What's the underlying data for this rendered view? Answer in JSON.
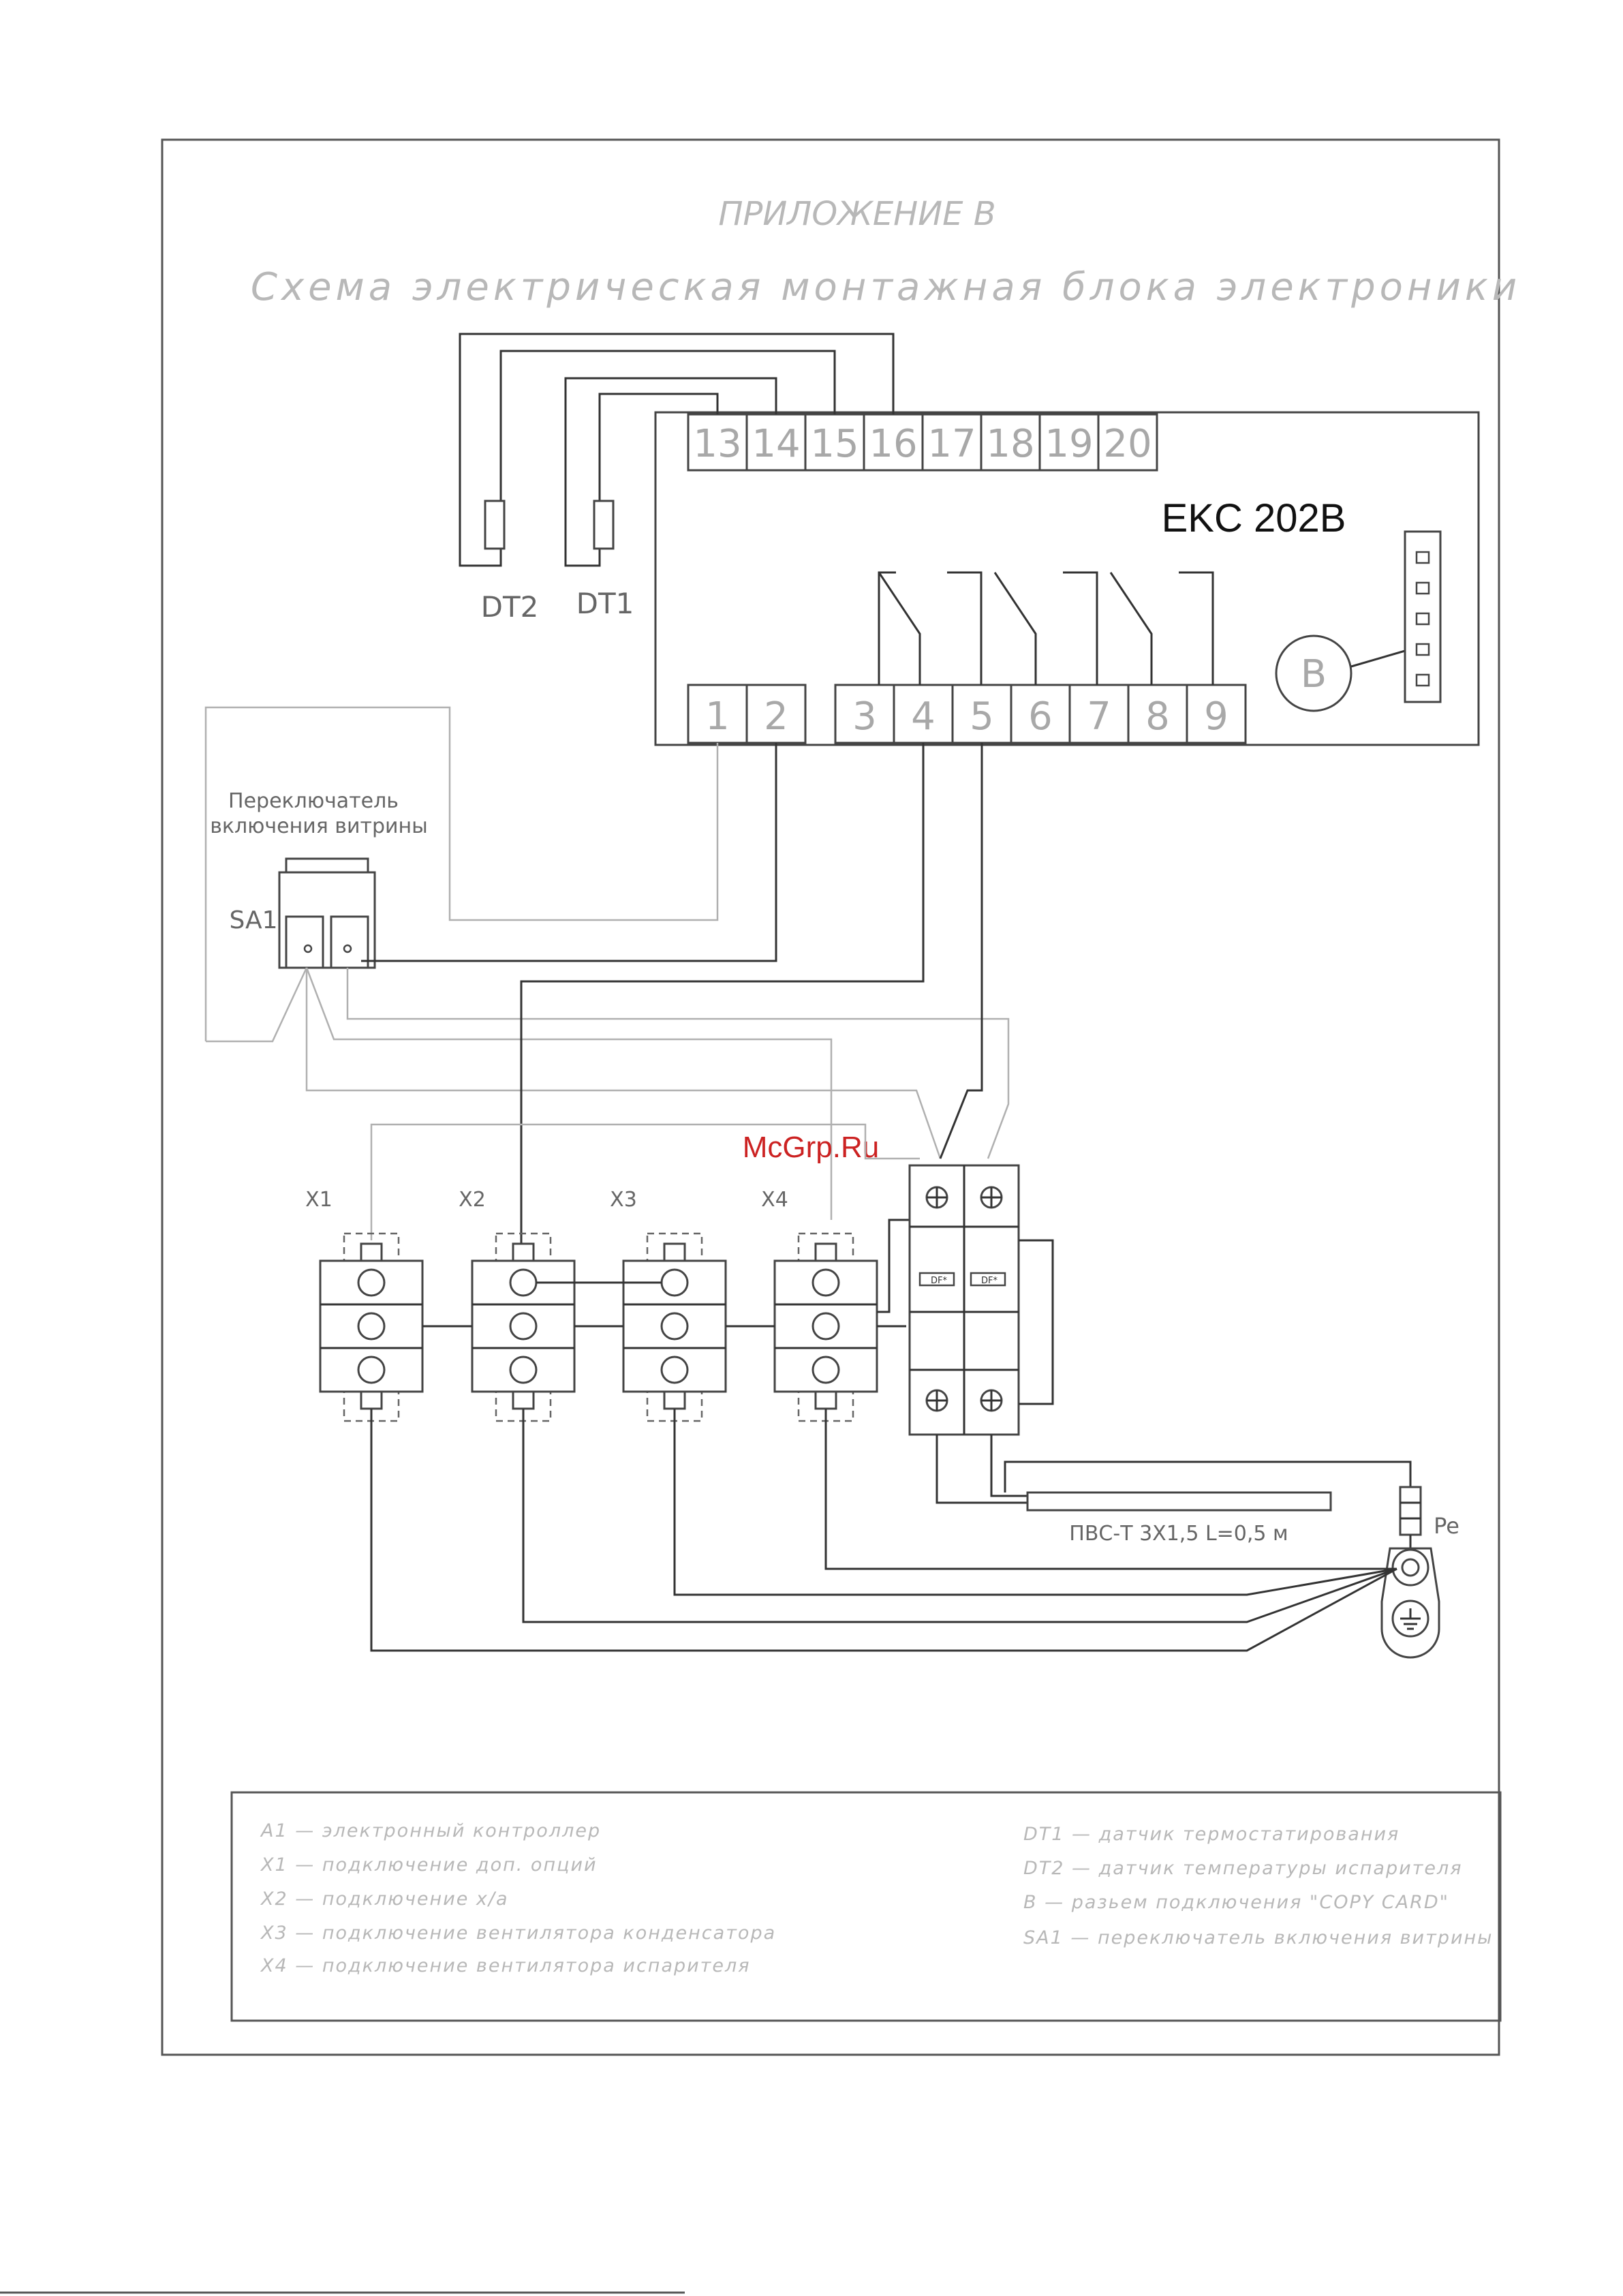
{
  "header": {
    "appendix": "ПРИЛОЖЕНИЕ В",
    "title": "Схема электрическая монтажная блока электроники"
  },
  "controller": {
    "model": "EKC 202B",
    "top_terminals": [
      "13",
      "14",
      "15",
      "16",
      "17",
      "18",
      "19",
      "20"
    ],
    "bottom_terminals": [
      "1",
      "2",
      "3",
      "4",
      "5",
      "6",
      "7",
      "8",
      "9"
    ],
    "copy_card_label": "B"
  },
  "sensors": {
    "dt2": "DT2",
    "dt1": "DT1"
  },
  "switch": {
    "caption_line1": "Переключатель",
    "caption_line2": "включения витрины",
    "designator": "SA1"
  },
  "terminal_blocks": [
    "X1",
    "X2",
    "X3",
    "X4"
  ],
  "breaker_label": "DF*",
  "cable_label": "ПВС-Т 3Х1,5  L=0,5 м",
  "ground_label": "Pe",
  "watermark": "McGrp.Ru",
  "legend": {
    "left": [
      "A1  —  электронный контроллер",
      "X1  —  подключение доп. опций",
      "X2  —  подключение х/а",
      "X3  —  подключение вентилятора конденсатора",
      "X4  —  подключение вентилятора испарителя"
    ],
    "right": [
      "DT1 —   датчик термостатирования",
      "DT2 —   датчик температуры испарителя",
      "B     —   разьем подключения \"COPY CARD\"",
      "SA1  —  переключатель включения витрины"
    ]
  }
}
